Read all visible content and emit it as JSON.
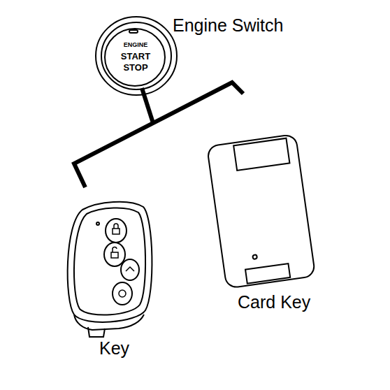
{
  "diagram": {
    "labels": [
      "Engine Switch",
      "ENGINE",
      "START",
      "STOP",
      "Card Key",
      "Key"
    ]
  }
}
